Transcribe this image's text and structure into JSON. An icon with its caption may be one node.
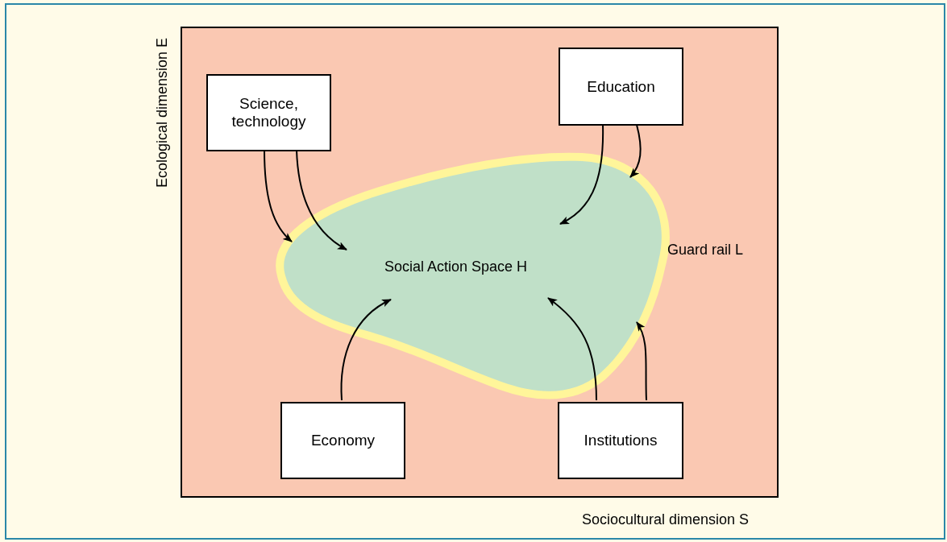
{
  "diagram": {
    "nodes": [
      {
        "text": [],
        "shape": "box"
      },
      {
        "text": [
          "Guard rail L"
        ],
        "in": 0
      },
      {
        "text": [
          "Social Action Space H"
        ],
        "in": 1
      },
      {
        "text": [
          "Science, technology"
        ],
        "in": 0
      },
      {
        "text": [
          "Education"
        ],
        "in": 0
      },
      {
        "text": [
          "Economy"
        ],
        "in": 0
      },
      {
        "text": [
          "Institutions"
        ],
        "in": 0
      }
    ],
    "edges": [
      {
        "from": 3,
        "to": 1,
        "arrow": "to"
      },
      {
        "from": 3,
        "to": 2,
        "arrow": "to"
      },
      {
        "from": 4,
        "to": 2,
        "arrow": "to"
      },
      {
        "from": 4,
        "to": 1,
        "arrow": "to"
      },
      {
        "from": 5,
        "to": 2,
        "arrow": "to"
      },
      {
        "from": 6,
        "to": 2,
        "arrow": "to"
      },
      {
        "from": 6,
        "to": 1,
        "arrow": "to"
      }
    ],
    "labels": [
      "Ecological dimension E",
      "Sociocultural dimension S"
    ]
  }
}
